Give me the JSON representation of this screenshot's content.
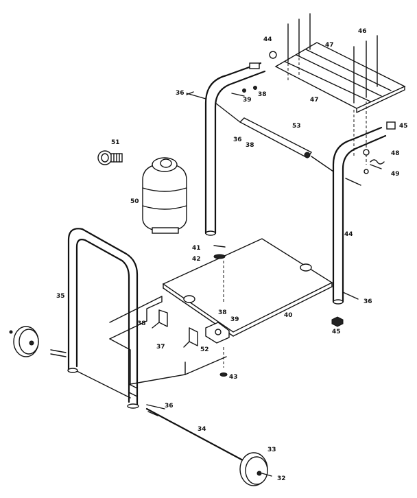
{
  "labels": {
    "l44a": "44",
    "l46a": "46",
    "l47a": "47",
    "l47b": "47",
    "l36a": "36",
    "l39": "39",
    "l38a": "38",
    "l53": "53",
    "l36b": "36",
    "l38b": "38",
    "l45a": "45",
    "l48": "48",
    "l49": "49",
    "l51": "51",
    "l50": "50",
    "l44b": "44",
    "l41": "41",
    "l42": "42",
    "l35": "35",
    "l38c": "38",
    "l40": "40",
    "l36c": "36",
    "l39b": "39",
    "l38d": "38",
    "l45b": "45",
    "l37": "37",
    "l52": "52",
    "l43": "43",
    "l36d": "36",
    "l34": "34",
    "l33": "33",
    "l32": "32"
  }
}
